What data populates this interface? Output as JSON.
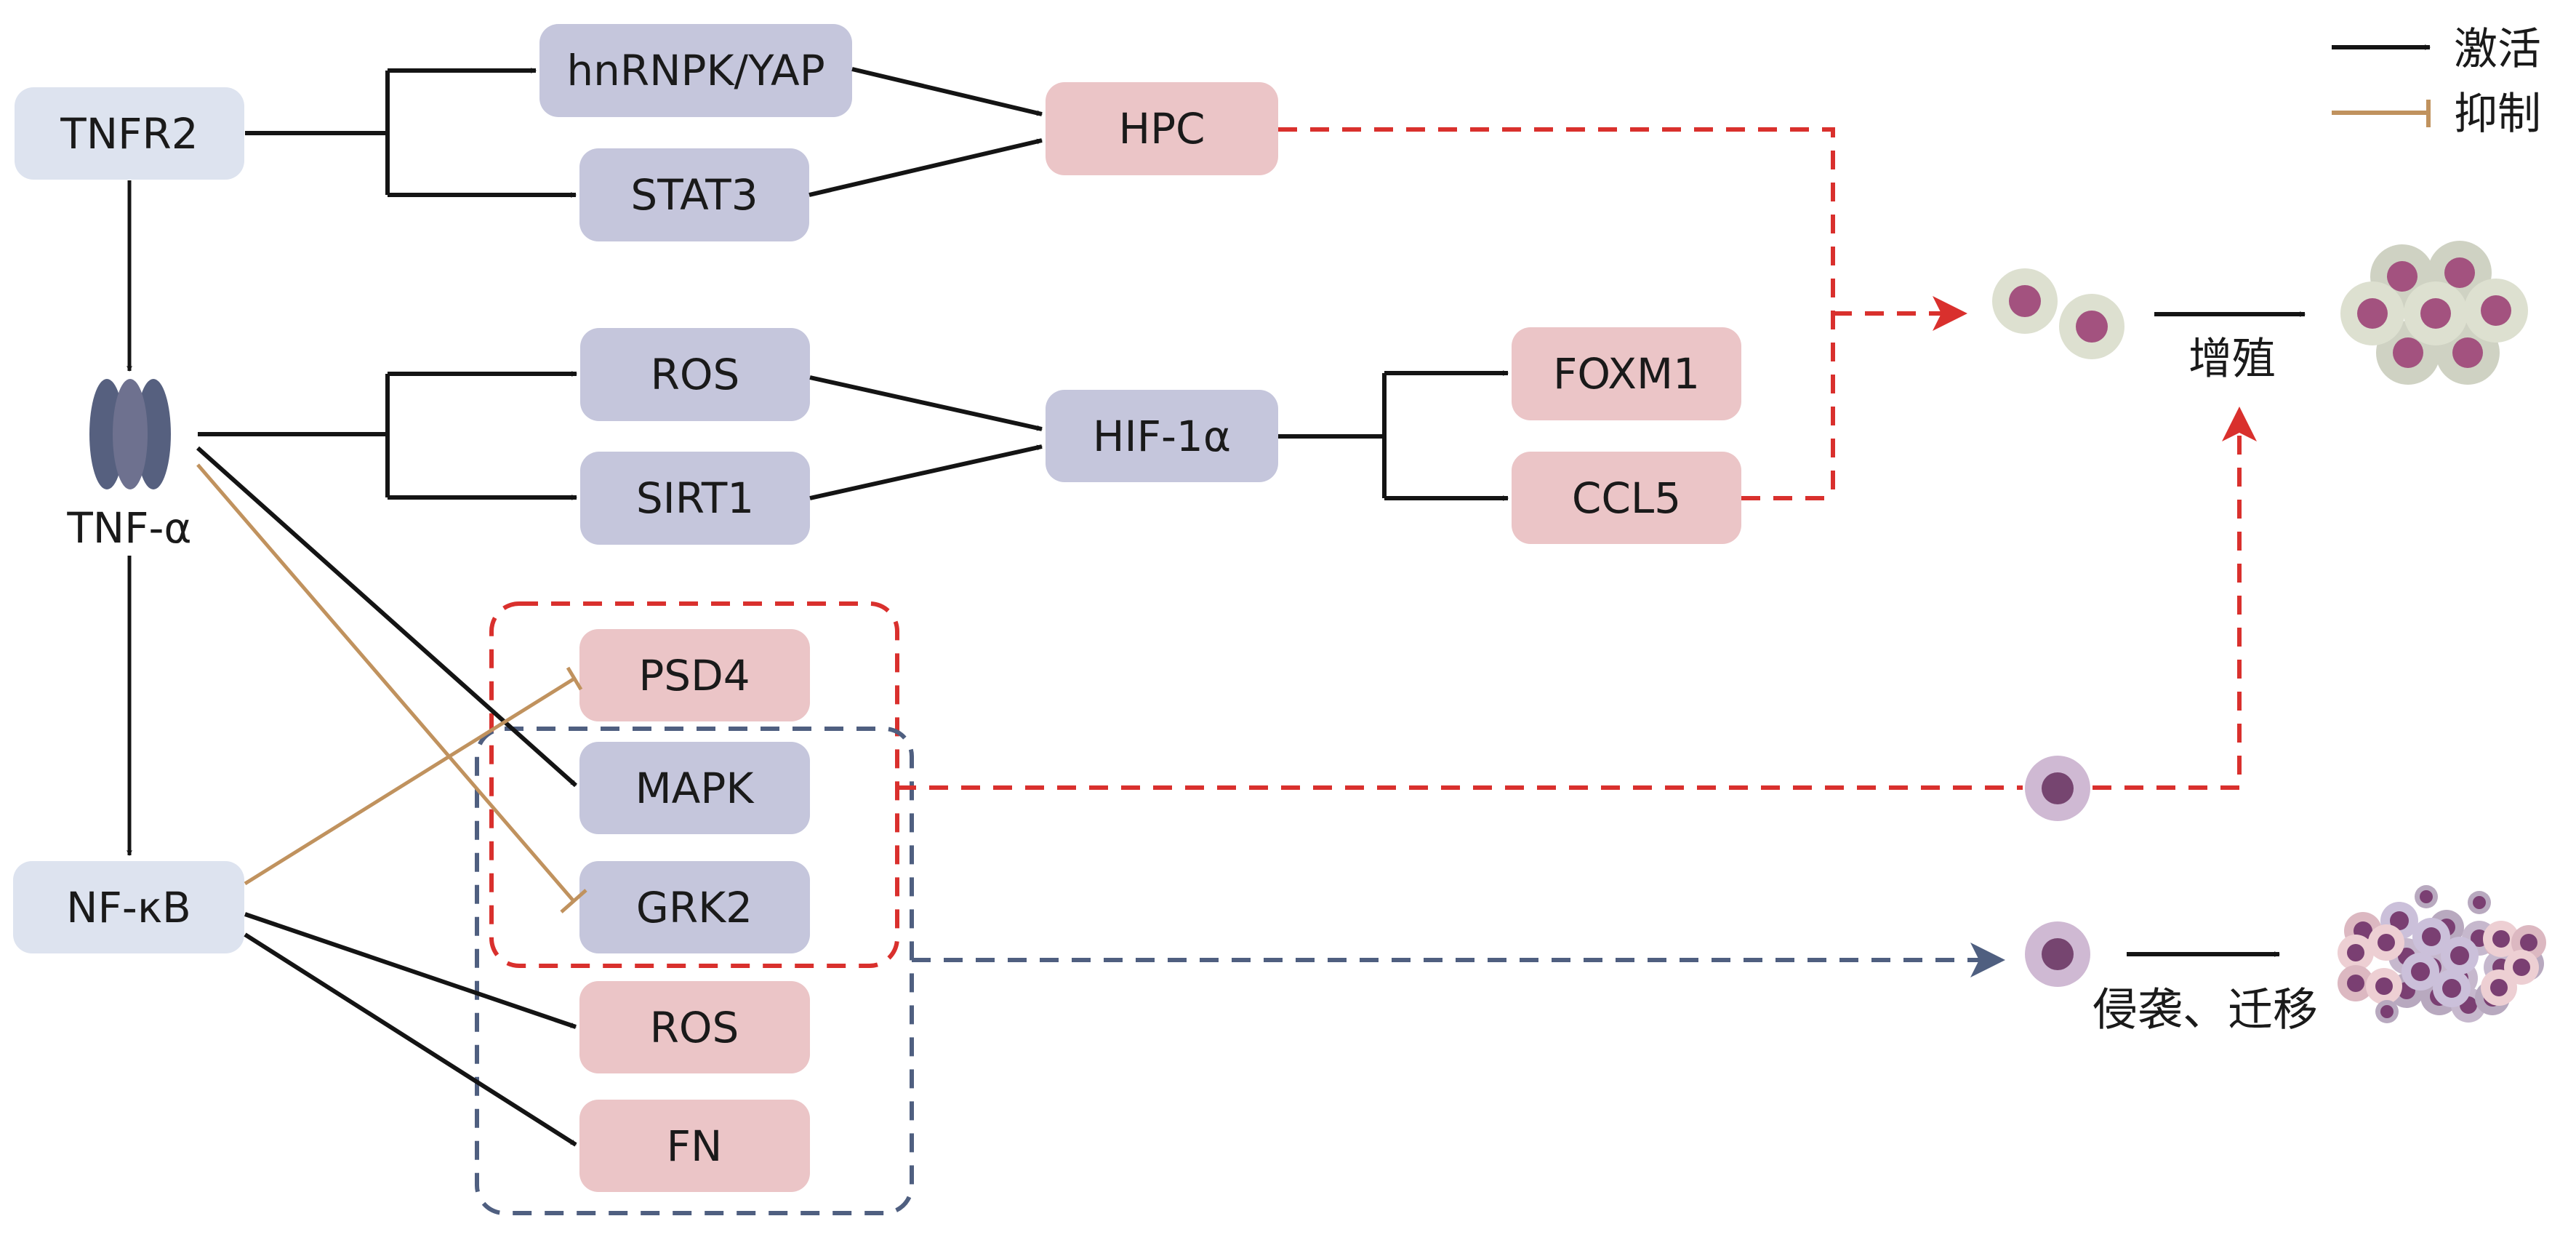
{
  "diagram": {
    "title": "TNFR2 / TNF-α signaling pathways in hepatocellular carcinoma",
    "legend": {
      "activation_label": "激活",
      "inhibition_label": "抑制"
    },
    "colors": {
      "node_receptor": "#dde3ef",
      "node_mediator": "#c5c6dc",
      "node_effector": "#ebc5c7",
      "activation": "#141414",
      "inhibition": "#c0925e",
      "proliferation_path": "#d9302d",
      "invasion_path": "#4f5f80",
      "tnf_trimer": "#56607f"
    },
    "nodes": {
      "tnfr2": "TNFR2",
      "tnf_alpha": "TNF-α",
      "nfkb": "NF-κB",
      "hnrnpk_yap": "hnRNPK/YAP",
      "stat3": "STAT3",
      "hpc": "HPC",
      "ros_top": "ROS",
      "sirt1": "SIRT1",
      "hif1a": "HIF-1α",
      "foxm1": "FOXM1",
      "ccl5": "CCL5",
      "psd4": "PSD4",
      "mapk": "MAPK",
      "grk2": "GRK2",
      "ros_bottom": "ROS",
      "fn": "FN"
    },
    "outcomes": {
      "proliferation": "增殖",
      "invasion_migration": "侵袭、迁移"
    },
    "edges": [
      {
        "from": "TNFR2",
        "to": "hnRNPK/YAP",
        "type": "activation"
      },
      {
        "from": "TNFR2",
        "to": "STAT3",
        "type": "activation"
      },
      {
        "from": "TNFR2",
        "to": "TNF-α",
        "type": "activation"
      },
      {
        "from": "hnRNPK/YAP",
        "to": "HPC",
        "type": "activation"
      },
      {
        "from": "STAT3",
        "to": "HPC",
        "type": "activation"
      },
      {
        "from": "TNF-α",
        "to": "ROS",
        "type": "activation"
      },
      {
        "from": "TNF-α",
        "to": "SIRT1",
        "type": "activation"
      },
      {
        "from": "ROS",
        "to": "HIF-1α",
        "type": "activation"
      },
      {
        "from": "SIRT1",
        "to": "HIF-1α",
        "type": "activation"
      },
      {
        "from": "HIF-1α",
        "to": "FOXM1",
        "type": "activation"
      },
      {
        "from": "HIF-1α",
        "to": "CCL5",
        "type": "activation"
      },
      {
        "from": "TNF-α",
        "to": "MAPK",
        "type": "activation"
      },
      {
        "from": "TNF-α",
        "to": "GRK2",
        "type": "inhibition"
      },
      {
        "from": "TNF-α",
        "to": "NF-κB",
        "type": "activation"
      },
      {
        "from": "NF-κB",
        "to": "PSD4",
        "type": "inhibition"
      },
      {
        "from": "NF-κB",
        "to": "ROS",
        "type": "activation"
      },
      {
        "from": "NF-κB",
        "to": "FN",
        "type": "activation"
      },
      {
        "from": "HPC",
        "to": "增殖",
        "type": "proliferation-path"
      },
      {
        "from": "CCL5",
        "to": "增殖",
        "type": "proliferation-path"
      },
      {
        "from": "PSD4/MAPK/GRK2 group",
        "to": "增殖",
        "type": "proliferation-path"
      },
      {
        "from": "MAPK/GRK2/ROS/FN group",
        "to": "侵袭、迁移",
        "type": "invasion-path"
      }
    ]
  }
}
